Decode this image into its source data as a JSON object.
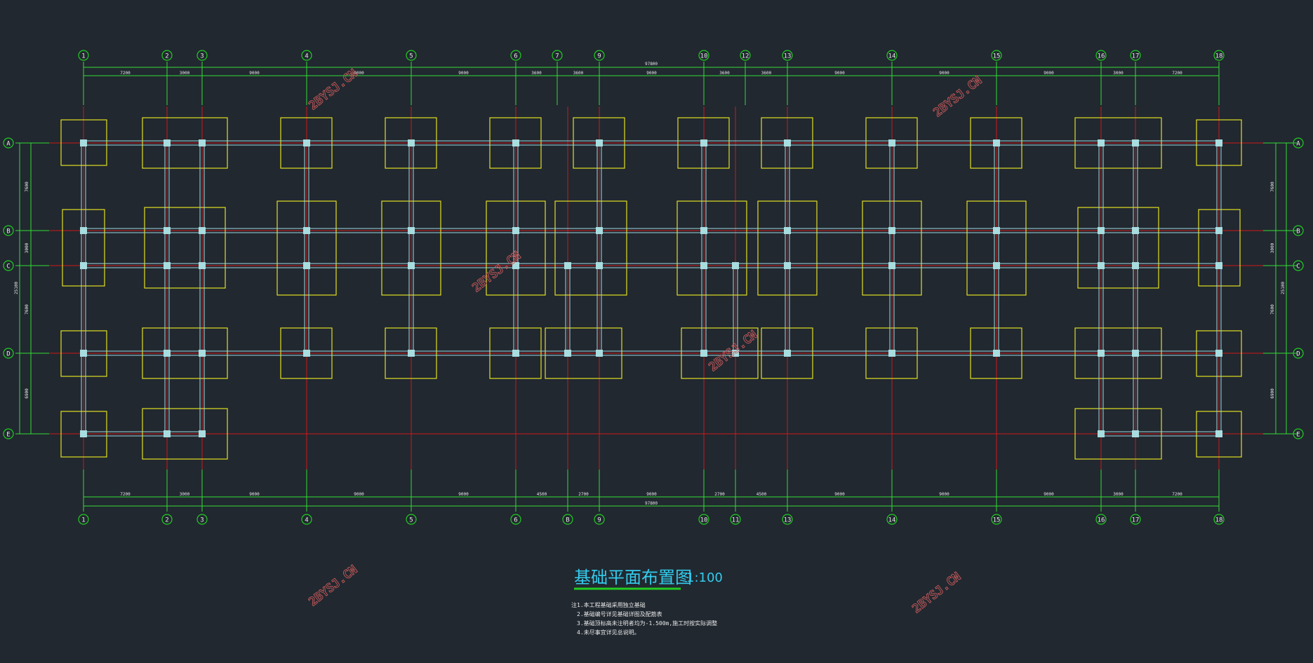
{
  "drawing": {
    "title": "基础平面布置图",
    "scale": "1:100",
    "watermark": "2BYSJ.CN",
    "colors": {
      "background": "#212830",
      "axis": "#22cc22",
      "dimension": "#33dd33",
      "beam": "#9fd9e0",
      "footing": "#e0e020",
      "redline": "#d01818",
      "title": "#33ccee",
      "watermark": "#c85a5a"
    }
  },
  "axes": {
    "top": [
      "1",
      "2",
      "3",
      "4",
      "5",
      "6",
      "7",
      "9",
      "10",
      "12",
      "13",
      "14",
      "15",
      "16",
      "17",
      "18"
    ],
    "bottom": [
      "1",
      "2",
      "3",
      "4",
      "5",
      "6",
      "B",
      "9",
      "10",
      "11",
      "13",
      "14",
      "15",
      "16",
      "17",
      "18"
    ],
    "rows": [
      "A",
      "B",
      "C",
      "D",
      "E"
    ]
  },
  "dimensions": {
    "top_total": "97800",
    "top_segments": [
      "7200",
      "3000",
      "9000",
      "9000",
      "9000",
      "3600",
      "3600",
      "9000",
      "3600",
      "3600",
      "9000",
      "9000",
      "9000",
      "3000",
      "7200"
    ],
    "bottom_total": "97800",
    "bottom_segments": [
      "7200",
      "3000",
      "9000",
      "9000",
      "9000",
      "4500",
      "2700",
      "9000",
      "2700",
      "4500",
      "9000",
      "9000",
      "9000",
      "3000",
      "7200"
    ],
    "left_segments": [
      "7600",
      "3000",
      "7600",
      "6900"
    ],
    "left_total": "25100",
    "right_segments": [
      "7600",
      "3000",
      "7600",
      "6900"
    ],
    "right_total": "25100"
  },
  "notes": [
    "注1.本工程基础采用独立基础",
    "2.基础编号详见基础详图及配筋表",
    "3.基础顶标高未注明者均为-1.500m,施工时按实际调整",
    "4.未尽事宜详见总说明。"
  ]
}
